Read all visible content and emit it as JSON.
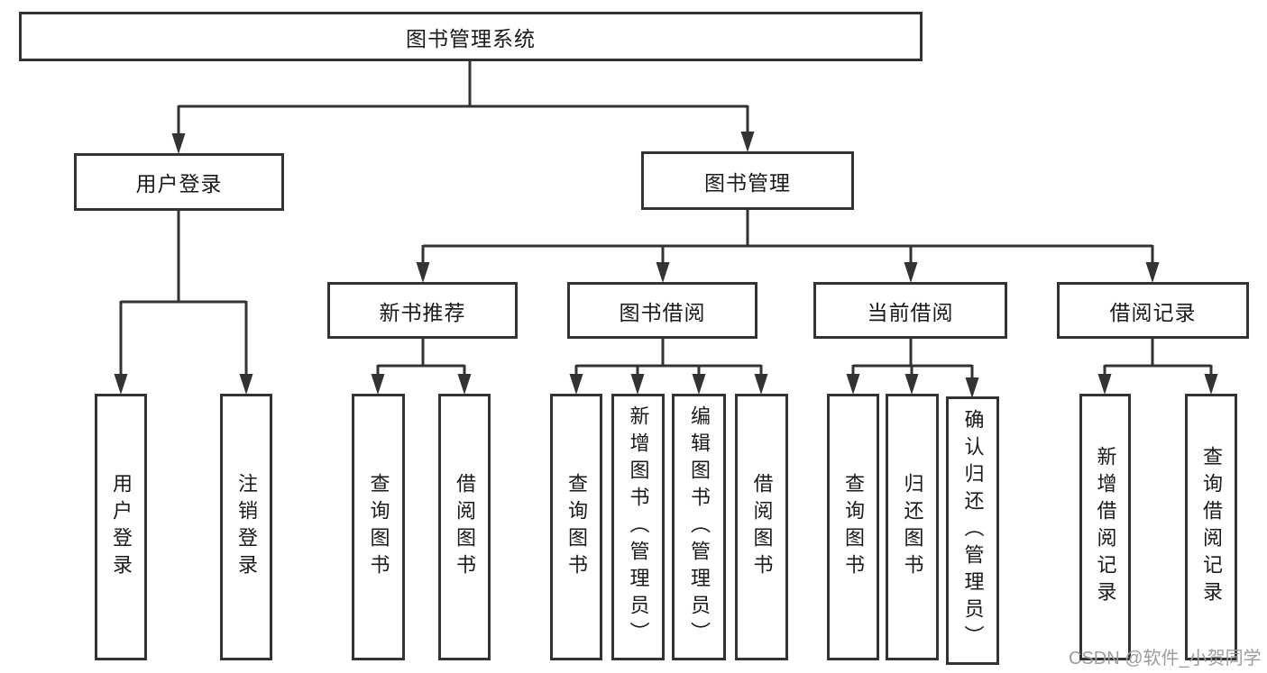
{
  "watermark": {
    "text": "CSDN @软件_小贺同学"
  },
  "colors": {
    "line": "#333333",
    "box_border": "#333333",
    "box_background": "#ffffff",
    "text": "#1a1a1a",
    "watermark_text": "#9c9ca0"
  },
  "tree": {
    "label": "图书管理系统",
    "children": [
      {
        "label": "用户登录",
        "children": [
          {
            "label": "用户登录"
          },
          {
            "label": "注销登录"
          }
        ]
      },
      {
        "label": "图书管理",
        "children": [
          {
            "label": "新书推荐",
            "children": [
              {
                "label": "查询图书"
              },
              {
                "label": "借阅图书"
              }
            ]
          },
          {
            "label": "图书借阅",
            "children": [
              {
                "label": "查询图书"
              },
              {
                "label": "新增图书（管理员）"
              },
              {
                "label": "编辑图书（管理员）"
              },
              {
                "label": "借阅图书"
              }
            ]
          },
          {
            "label": "当前借阅",
            "children": [
              {
                "label": "查询图书"
              },
              {
                "label": "归还图书"
              },
              {
                "label": "确认归还（管理员）"
              }
            ]
          },
          {
            "label": "借阅记录",
            "children": [
              {
                "label": "新增借阅记录"
              },
              {
                "label": "查询借阅记录"
              }
            ]
          }
        ]
      }
    ]
  }
}
